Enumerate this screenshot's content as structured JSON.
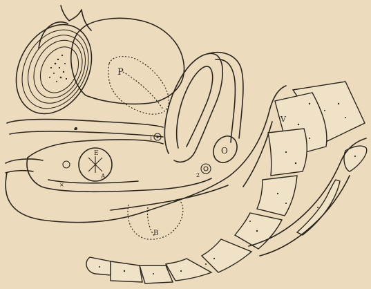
{
  "labels": {
    "p": "P",
    "v": "V",
    "e": "E",
    "a": "A",
    "o": "O",
    "b": "B",
    "one": "1",
    "two": "2",
    "dot": "•",
    "x": "×"
  },
  "colors": {
    "paper": "#ecdcbd",
    "ink": "#2a241c",
    "bone": "#efe2c6"
  }
}
